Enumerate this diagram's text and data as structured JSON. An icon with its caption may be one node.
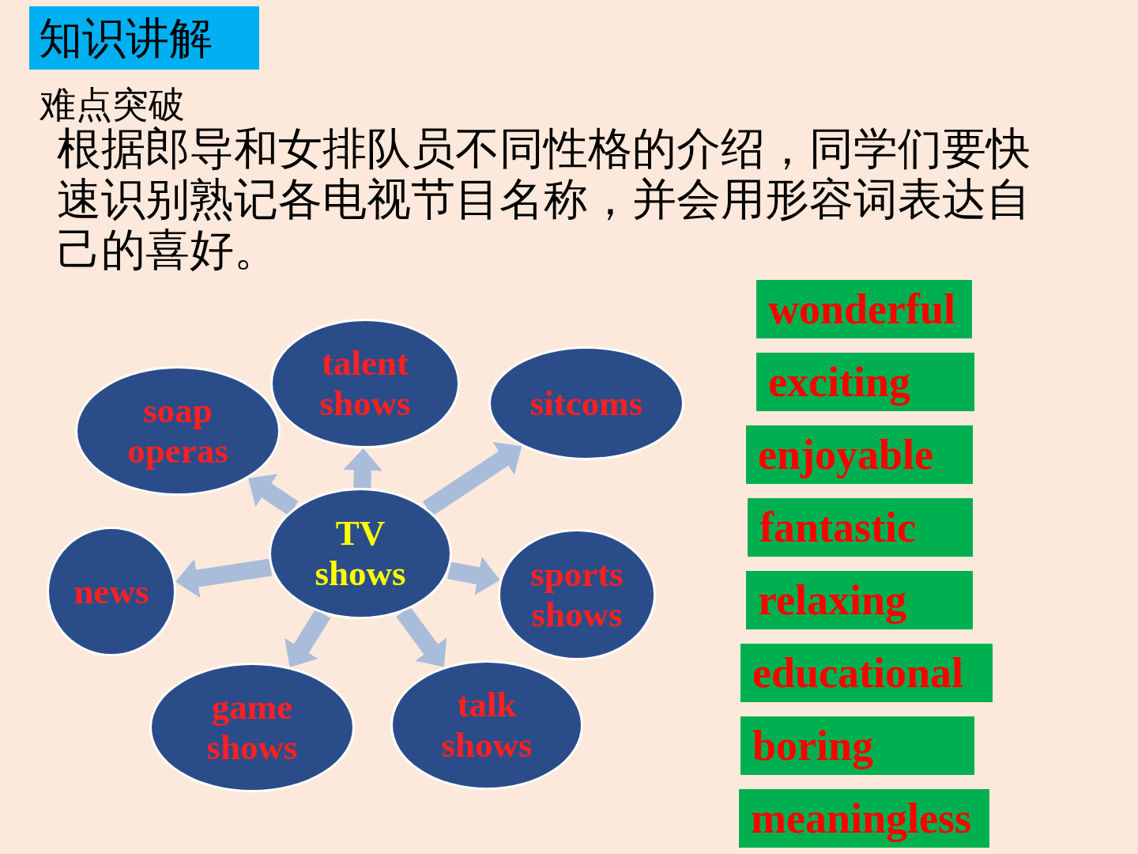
{
  "diagram": {
    "title": "知识讲解",
    "nodes": [
      {
        "text": [
          "soap operas"
        ]
      },
      {
        "text": [
          "talent shows"
        ]
      },
      {
        "text": [
          "sitcoms"
        ]
      },
      {
        "text": [
          "news"
        ]
      },
      {
        "text": [
          "TV shows"
        ]
      },
      {
        "text": [
          "sports shows"
        ]
      },
      {
        "text": [
          "game shows"
        ]
      },
      {
        "text": [
          "talk shows"
        ]
      },
      {
        "text": [
          "wonderful"
        ]
      },
      {
        "text": [
          "exciting"
        ]
      },
      {
        "text": [
          "enjoyable"
        ]
      },
      {
        "text": [
          "fantastic"
        ]
      },
      {
        "text": [
          "relaxing"
        ]
      },
      {
        "text": [
          "educational"
        ]
      },
      {
        "text": [
          "boring"
        ]
      },
      {
        "text": [
          "meaningless"
        ]
      }
    ],
    "edges": [
      {
        "from": 4,
        "to": 0,
        "arrow": "to"
      },
      {
        "from": 4,
        "to": 1,
        "arrow": "to"
      },
      {
        "from": 4,
        "to": 2,
        "arrow": "to"
      },
      {
        "from": 4,
        "to": 3,
        "arrow": "to"
      },
      {
        "from": 4,
        "to": 5,
        "arrow": "to"
      },
      {
        "from": 4,
        "to": 6,
        "arrow": "to"
      },
      {
        "from": 4,
        "to": 7,
        "arrow": "to"
      }
    ],
    "labels": [
      "难点突破",
      "根据郎导和女排队员不同性格的介绍，同学们要快速识别熟记各电视节目名称，并会用形容词表达自己的喜好。"
    ]
  }
}
